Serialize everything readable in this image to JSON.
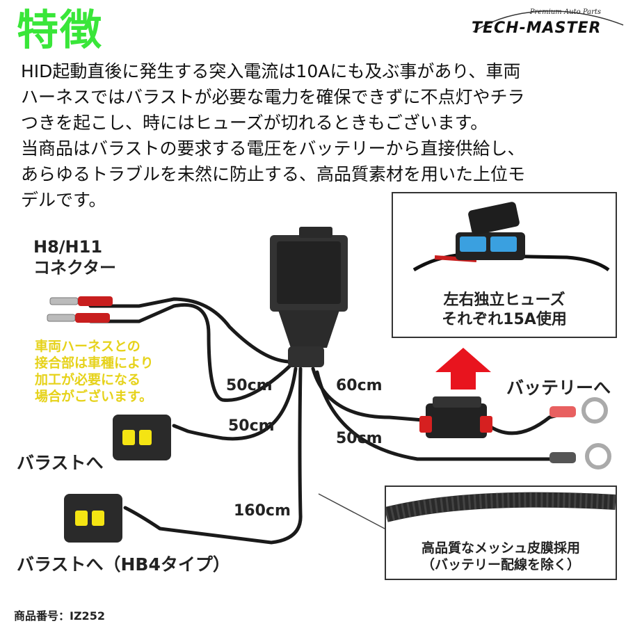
{
  "title": "特徴",
  "brand": {
    "tagline": "Premium Auto Parts",
    "name": "TECH-MASTER"
  },
  "description": [
    "HID起動直後に発生する突入電流は10Aにも及ぶ事があり、車両",
    "ハーネスではバラストが必要な電力を確保できずに不点灯やチラ",
    "つきを起こし、時にはヒューズが切れるときもございます。",
    "当商品はバラストの要求する電圧をバッテリーから直接供給し、",
    "あらゆるトラブルを未然に防止する、高品質素材を用いた上位モ",
    "デルです。"
  ],
  "labels": {
    "connector_line1": "H8/H11",
    "connector_line2": "コネクター",
    "ballast_1": "バラストへ",
    "ballast_2": "バラストへ（HB4タイプ）",
    "battery": "バッテリーへ"
  },
  "note": [
    "車両ハーネスとの",
    "接合部は車種により",
    "加工が必要になる",
    "場合がございます。"
  ],
  "lengths": {
    "connector": "50cm",
    "ballast_1": "50cm",
    "ballast_2": "160cm",
    "battery_pos": "60cm",
    "battery_neg": "50cm"
  },
  "fuse_inset": {
    "line1": "左右独立ヒューズ",
    "line2": "それぞれ15A使用"
  },
  "mesh_inset": {
    "line1": "高品質なメッシュ皮膜採用",
    "line2": "（バッテリー配線を除く）"
  },
  "part_number": "商品番号：IZ252",
  "colors": {
    "title": "#39e639",
    "note": "#e6d21a",
    "arrow": "#e8141e",
    "harness": "#1a1a1a",
    "fuse_blue": "#3aa0e0"
  }
}
